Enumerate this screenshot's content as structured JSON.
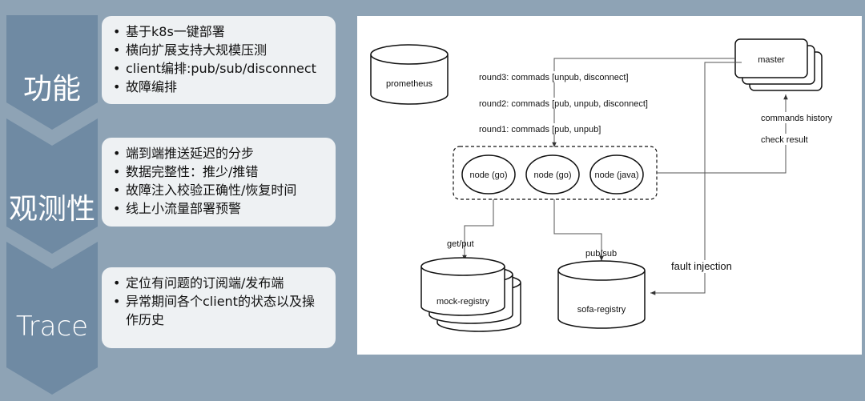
{
  "sections": [
    {
      "title": "功能",
      "items": [
        "基于k8s一键部署",
        "横向扩展支持大规模压测",
        "client编排:pub/sub/disconnect",
        "故障编排"
      ]
    },
    {
      "title": "观测性",
      "items": [
        "端到端推送延迟的分步",
        "数据完整性：推少/推错",
        "故障注入校验正确性/恢复时间",
        "线上小流量部署预警"
      ]
    },
    {
      "title": "Trace",
      "items": [
        "定位有问题的订阅端/发布端",
        "异常期间各个client的状态以及操作历史"
      ]
    }
  ],
  "diagram": {
    "prometheus": "prometheus",
    "master": "master",
    "round3": "round3: commads [unpub, disconnect]",
    "round2": "round2: commads [pub, unpub, disconnect]",
    "round1": "round1: commads [pub, unpub]",
    "commands_history": "commands history",
    "check_result": "check result",
    "node_go_1": "node (go)",
    "node_go_2": "node (go)",
    "node_java": "node (java)",
    "get_put": "get/put",
    "pub_sub": "pub/sub",
    "fault_injection": "fault injection",
    "mock_registry": "mock-registry",
    "sofa_registry": "sofa-registry"
  },
  "colors": {
    "background": "#8ea3b5",
    "chevron": "#6f8aa3",
    "panel": "#eef1f3"
  }
}
